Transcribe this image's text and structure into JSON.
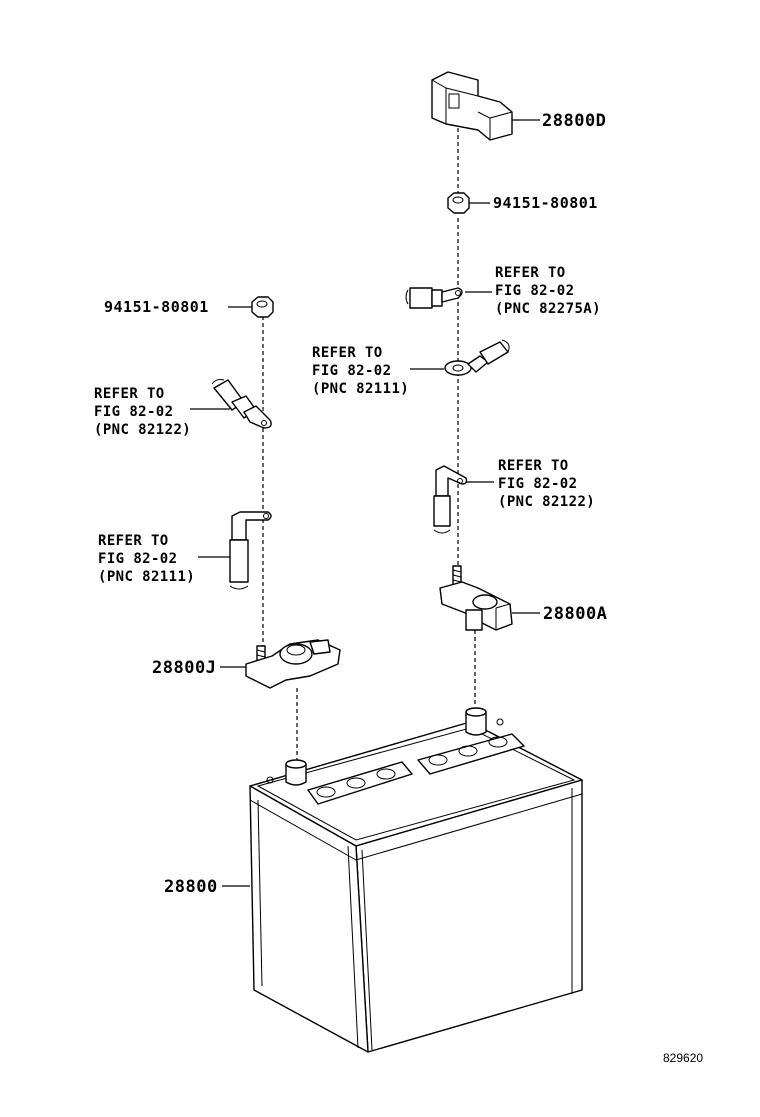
{
  "diagram": {
    "figure_number": "829620",
    "labels": {
      "terminal_cover": "28800D",
      "nut_right": "94151-80801",
      "nut_left": "94151-80801",
      "positive_clamp": "28800A",
      "negative_clamp": "28800J",
      "battery": "28800"
    },
    "references": {
      "ref_82275a": [
        "REFER TO",
        "FIG 82-02",
        "(PNC 82275A)"
      ],
      "ref_82111_right": [
        "REFER TO",
        "FIG 82-02",
        "(PNC 82111)"
      ],
      "ref_82122_right": [
        "REFER TO",
        "FIG 82-02",
        "(PNC 82122)"
      ],
      "ref_82122_left": [
        "REFER TO",
        "FIG 82-02",
        "(PNC 82122)"
      ],
      "ref_82111_left": [
        "REFER TO",
        "FIG 82-02",
        "(PNC 82111)"
      ]
    }
  }
}
